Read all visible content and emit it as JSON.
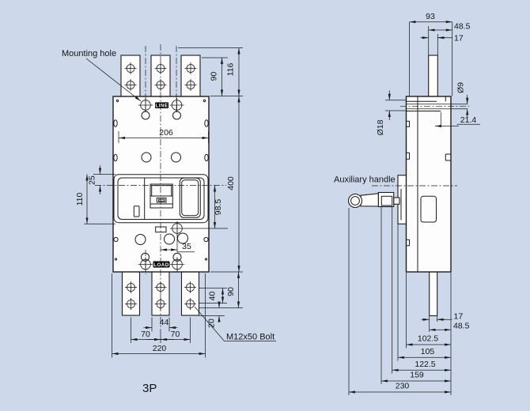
{
  "view": {
    "front_label": "3P"
  },
  "labels": {
    "mounting_hole": "Mounting hole",
    "line_badge": "LINE",
    "load_badge": "LOAD",
    "bolt_note": "M12x50 Bolt",
    "auxiliary_handle": "Auxiliary handle"
  },
  "front": {
    "top_hole_offset": "90",
    "top_overall": "116",
    "inner_width": "206",
    "handle_offset": "25",
    "panel_height": "110",
    "handle_to_hole": "98.5",
    "body_height": "400",
    "hole_offset_x": "35",
    "bottom_hole_pitch": "40",
    "bottom_offset": "90",
    "bottom_edge": "20",
    "terminal_width": "44",
    "pole_pitch_left": "70",
    "pole_pitch_right": "70",
    "overall_width": "220"
  },
  "side": {
    "depth_top": "93",
    "blade_offset_top": "48.5",
    "blade_thickness_top": "17",
    "hole_dia_small": "Ø9",
    "hole_dia_large": "Ø18",
    "offset_21_4": "21.4",
    "blade_thickness_bottom": "17",
    "blade_offset_bottom": "48.5",
    "depth_body": "102.5",
    "depth_flange": "105",
    "depth_handle_base": "122.5",
    "depth_handle": "159",
    "depth_overall": "230"
  },
  "colors": {
    "background": "#cdd9eb",
    "ink": "#1c1c1c",
    "shape_fill": "#fdfdfd",
    "badge_bg": "#000000",
    "badge_text": "#ffffff"
  }
}
